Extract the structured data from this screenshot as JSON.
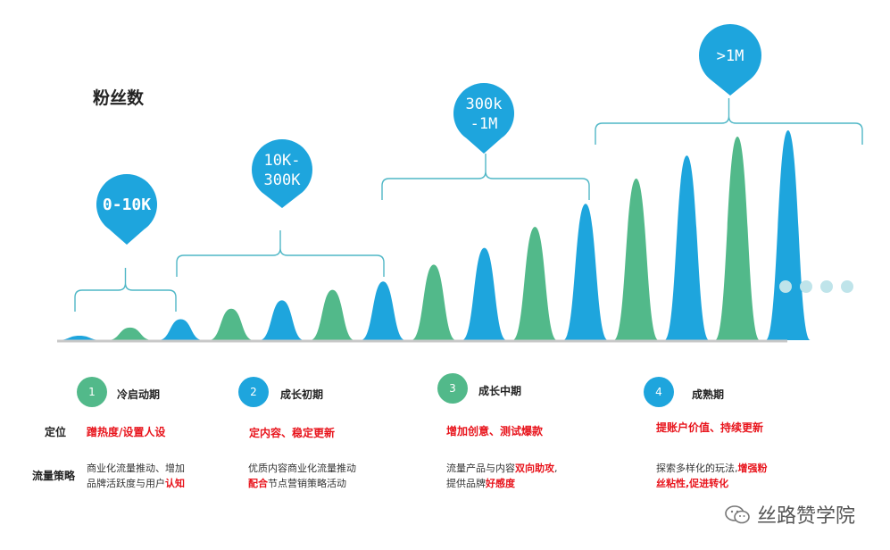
{
  "heading": "粉丝数",
  "colors": {
    "green": "#52b98a",
    "blue": "#1ea5dd",
    "baseline": "#c8c8c8",
    "bracket": "#4fb7c6",
    "dots": "#bfe4ea"
  },
  "pins": [
    {
      "text": "0-10K",
      "lines": [
        "0-10K"
      ]
    },
    {
      "text": "10K-300K",
      "lines": [
        "10K-",
        "300K"
      ]
    },
    {
      "text": "300k-1M",
      "lines": [
        "300k",
        "-1M"
      ]
    },
    {
      "text": ">1M",
      "lines": [
        ">1M"
      ]
    }
  ],
  "peaks": {
    "colors": [
      "blue",
      "green",
      "blue",
      "green",
      "blue",
      "green",
      "blue",
      "green",
      "blue",
      "green",
      "blue",
      "green",
      "blue",
      "green",
      "blue"
    ],
    "levels": [
      0.02,
      0.06,
      0.1,
      0.15,
      0.19,
      0.24,
      0.28,
      0.36,
      0.44,
      0.54,
      0.65,
      0.77,
      0.88,
      0.97,
      1.0
    ]
  },
  "stages": [
    {
      "num": "1",
      "name": "冷启动期",
      "color": "#52b98a"
    },
    {
      "num": "2",
      "name": "成长初期",
      "color": "#1ea5dd"
    },
    {
      "num": "3",
      "name": "成长中期",
      "color": "#52b98a"
    },
    {
      "num": "4",
      "name": "成熟期",
      "color": "#1ea5dd"
    }
  ],
  "rows": {
    "position": "定位",
    "strategy": "流量策略"
  },
  "positions": [
    "蹭热度/设置人设",
    "定内容、稳定更新",
    "增加创意、测试爆款",
    "提账户价值、持续更新"
  ],
  "strategies": [
    {
      "l1": "商业化流量推动、增加",
      "l2a": "品牌活跃度与用户",
      "l2b": "认知"
    },
    {
      "l1": "优质内容商业化流量推动",
      "l2a": "配合",
      "l2b": "节点营销策略活动"
    },
    {
      "l1a": "流量产品与内容",
      "l1b": "双向助攻",
      "l1c": ",",
      "l2a": "提供品牌",
      "l2b": "好感度"
    },
    {
      "l1a": "探索多样化的玩法,",
      "l1b": "增强粉",
      "l2": "丝粘性,促进转化"
    }
  ],
  "watermark": "丝路赞学院",
  "icons": {
    "pin": "map-pin-icon",
    "wechat": "wechat-icon"
  }
}
